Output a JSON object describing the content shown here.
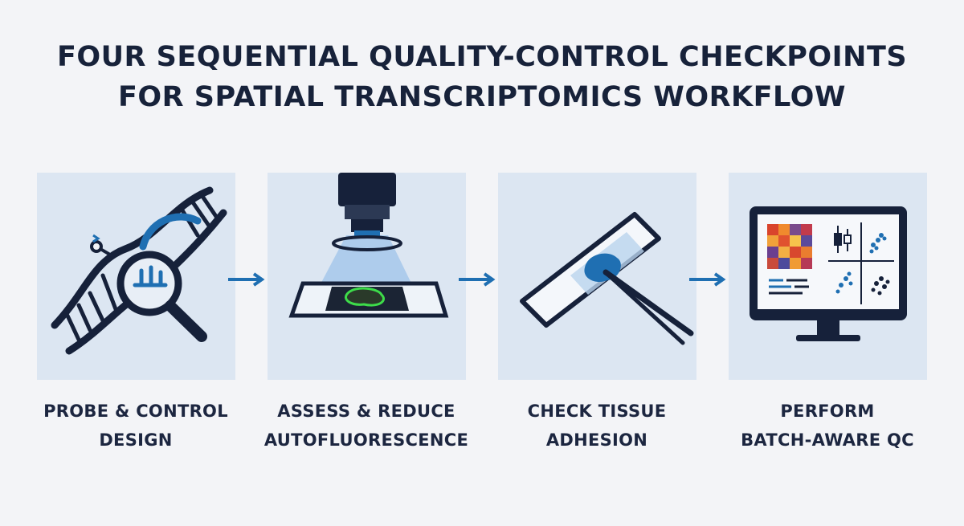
{
  "title": {
    "line1": "FOUR SEQUENTIAL QUALITY-CONTROL CHECKPOINTS",
    "line2": "FOR SPATIAL TRANSCRIPTOMICS WORKFLOW"
  },
  "steps": [
    {
      "icon": "dna-magnifier-icon",
      "label_line1": "PROBE & CONTROL",
      "label_line2": "DESIGN"
    },
    {
      "icon": "microscope-slide-icon",
      "label_line1": "ASSESS & REDUCE",
      "label_line2": "AUTOFLUORESCENCE"
    },
    {
      "icon": "tissue-slide-tweezers-icon",
      "label_line1": "CHECK TISSUE",
      "label_line2": "ADHESION"
    },
    {
      "icon": "monitor-qc-plots-icon",
      "label_line1": "PERFORM",
      "label_line2": "BATCH-AWARE QC"
    }
  ],
  "colors": {
    "background": "#f3f4f7",
    "panel": "#dce6f2",
    "navy": "#16213a",
    "accent_blue": "#1f6fb2",
    "fluorescence_green": "#3ddc4a"
  }
}
